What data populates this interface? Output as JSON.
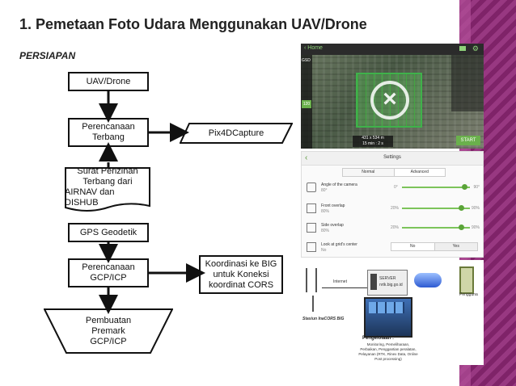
{
  "title": "1. Pemetaan Foto Udara Menggunakan UAV/Drone",
  "subtitle": "PERSIAPAN",
  "flow": {
    "uav": "UAV/Drone",
    "perencanaan_terbang_1": "Perencanaan",
    "perencanaan_terbang_2": "Terbang",
    "pix4d": "Pix4DCapture",
    "surat_1": "Surat Perizinan",
    "surat_2": "Terbang dari",
    "surat_3": "AIRNAV dan DISHUB",
    "gps": "GPS Geodetik",
    "perencanaan_gcp_1": "Perencanaan",
    "perencanaan_gcp_2": "GCP/ICP",
    "koordinasi_1": "Koordinasi ke BIG",
    "koordinasi_2": "untuk Koneksi",
    "koordinasi_3": "koordinat CORS",
    "pembuatan_1": "Pembuatan",
    "pembuatan_2": "Premark",
    "pembuatan_3": "GCP/ICP"
  },
  "photo": {
    "home": "Home",
    "start": "START",
    "area": "431 x 534 m",
    "time": "15 min : 2 s",
    "zoom": "120",
    "gsd": "GSD"
  },
  "settings": {
    "title": "Settings",
    "tab_normal": "Normal",
    "tab_advanced": "Advanced",
    "angle_label": "Angle of the camera",
    "angle_value": "80°",
    "angle_min": "0°",
    "angle_max": "90°",
    "front_label": "Front overlap",
    "front_value": "80%",
    "front_min": "20%",
    "front_max": "90%",
    "side_label": "Side overlap",
    "side_value": "80%",
    "side_min": "20%",
    "side_max": "90%",
    "look_label": "Look at grid's center",
    "look_sub": "No",
    "no": "No",
    "yes": "Yes",
    "angle_level": 0.89,
    "front_level": 0.86,
    "side_level": 0.86
  },
  "network": {
    "internet": "Internet",
    "server_1": "SERVER",
    "server_2": "nrtk.big.go.id",
    "pengguna": "Pengguna",
    "stasiun": "Stasiun InaCORS BIG",
    "pengelolaan": "Pengelolaan :",
    "desc_1": "Monitoring, Pemeliharaan,",
    "desc_2": "Perbaikan, Penggantian peralatan,",
    "desc_3": "Pelayanan (RTK, Rinex Data, Online",
    "desc_4": "Post processing)"
  }
}
